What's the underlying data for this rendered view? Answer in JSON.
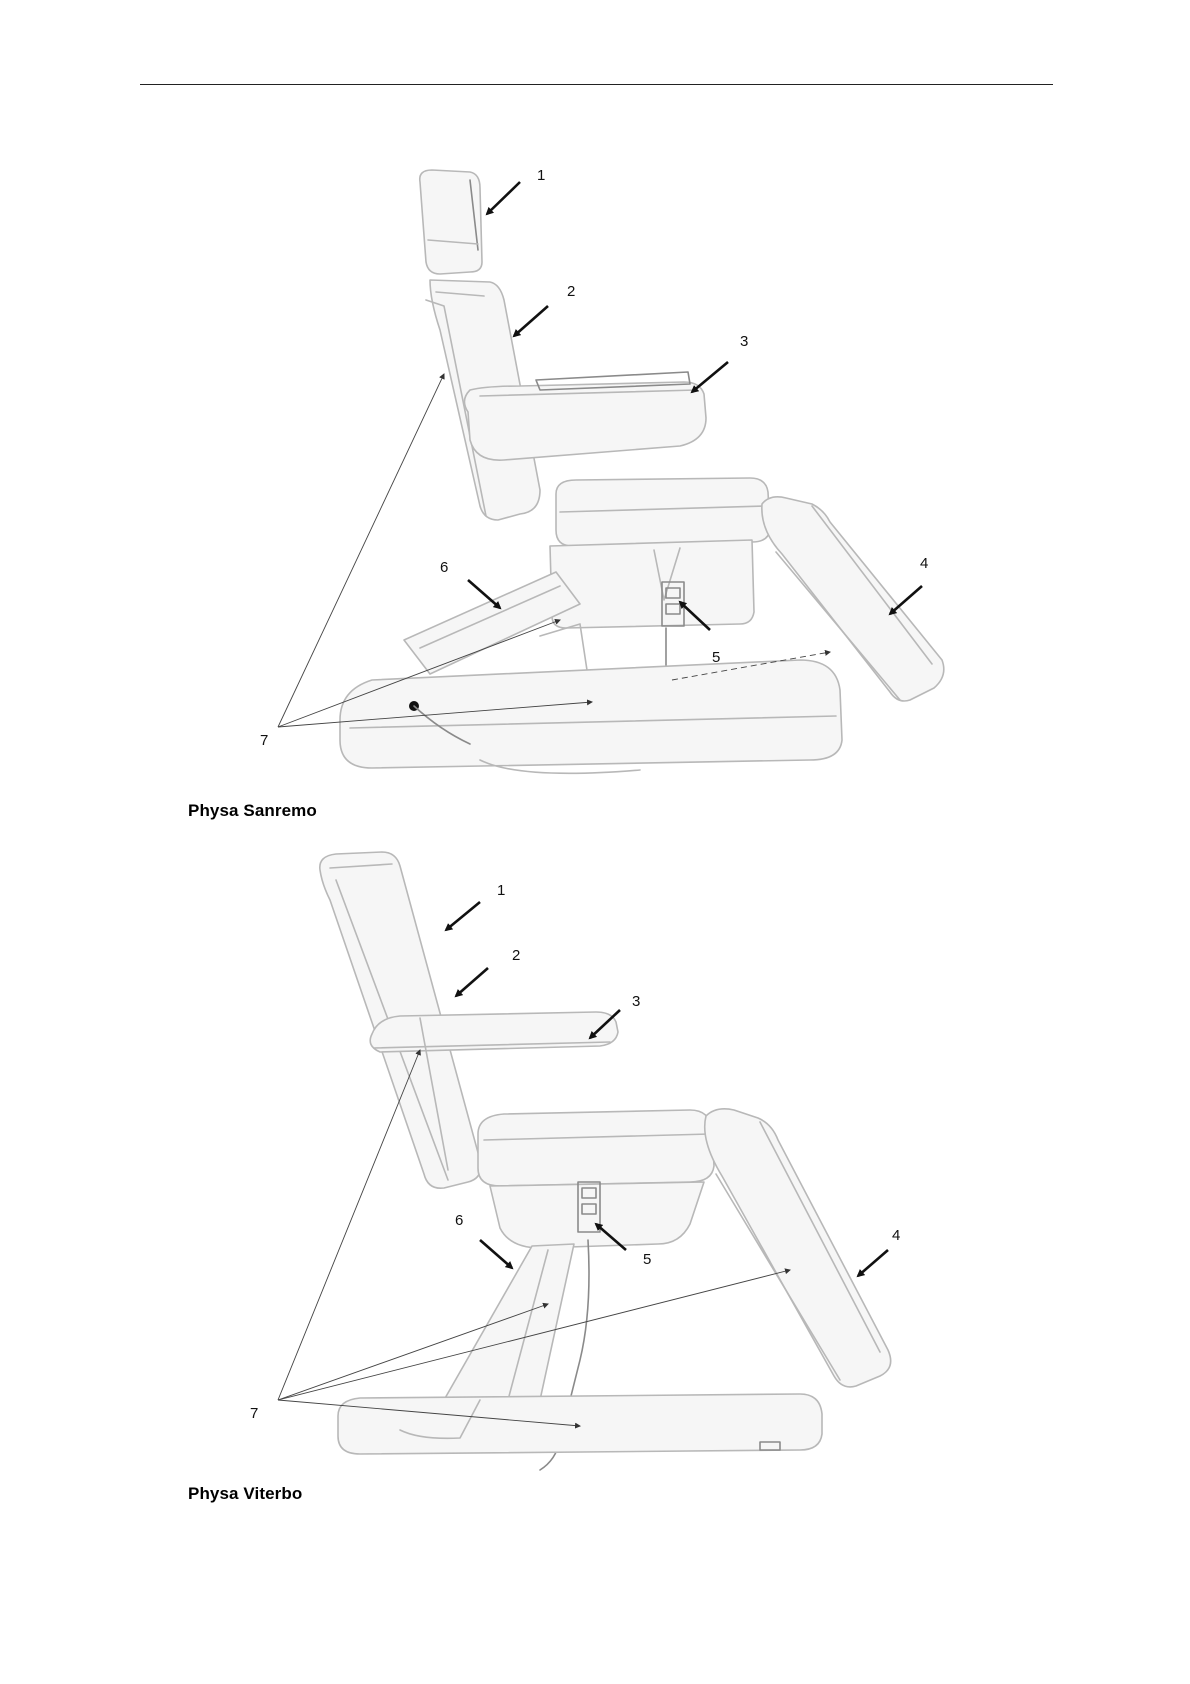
{
  "document": {
    "figures": [
      {
        "caption": "Physa Sanremo",
        "callouts": [
          "1",
          "2",
          "3",
          "4",
          "5",
          "6",
          "7"
        ]
      },
      {
        "caption": "Physa Viterbo",
        "callouts": [
          "1",
          "2",
          "3",
          "4",
          "5",
          "6",
          "7"
        ]
      }
    ]
  }
}
